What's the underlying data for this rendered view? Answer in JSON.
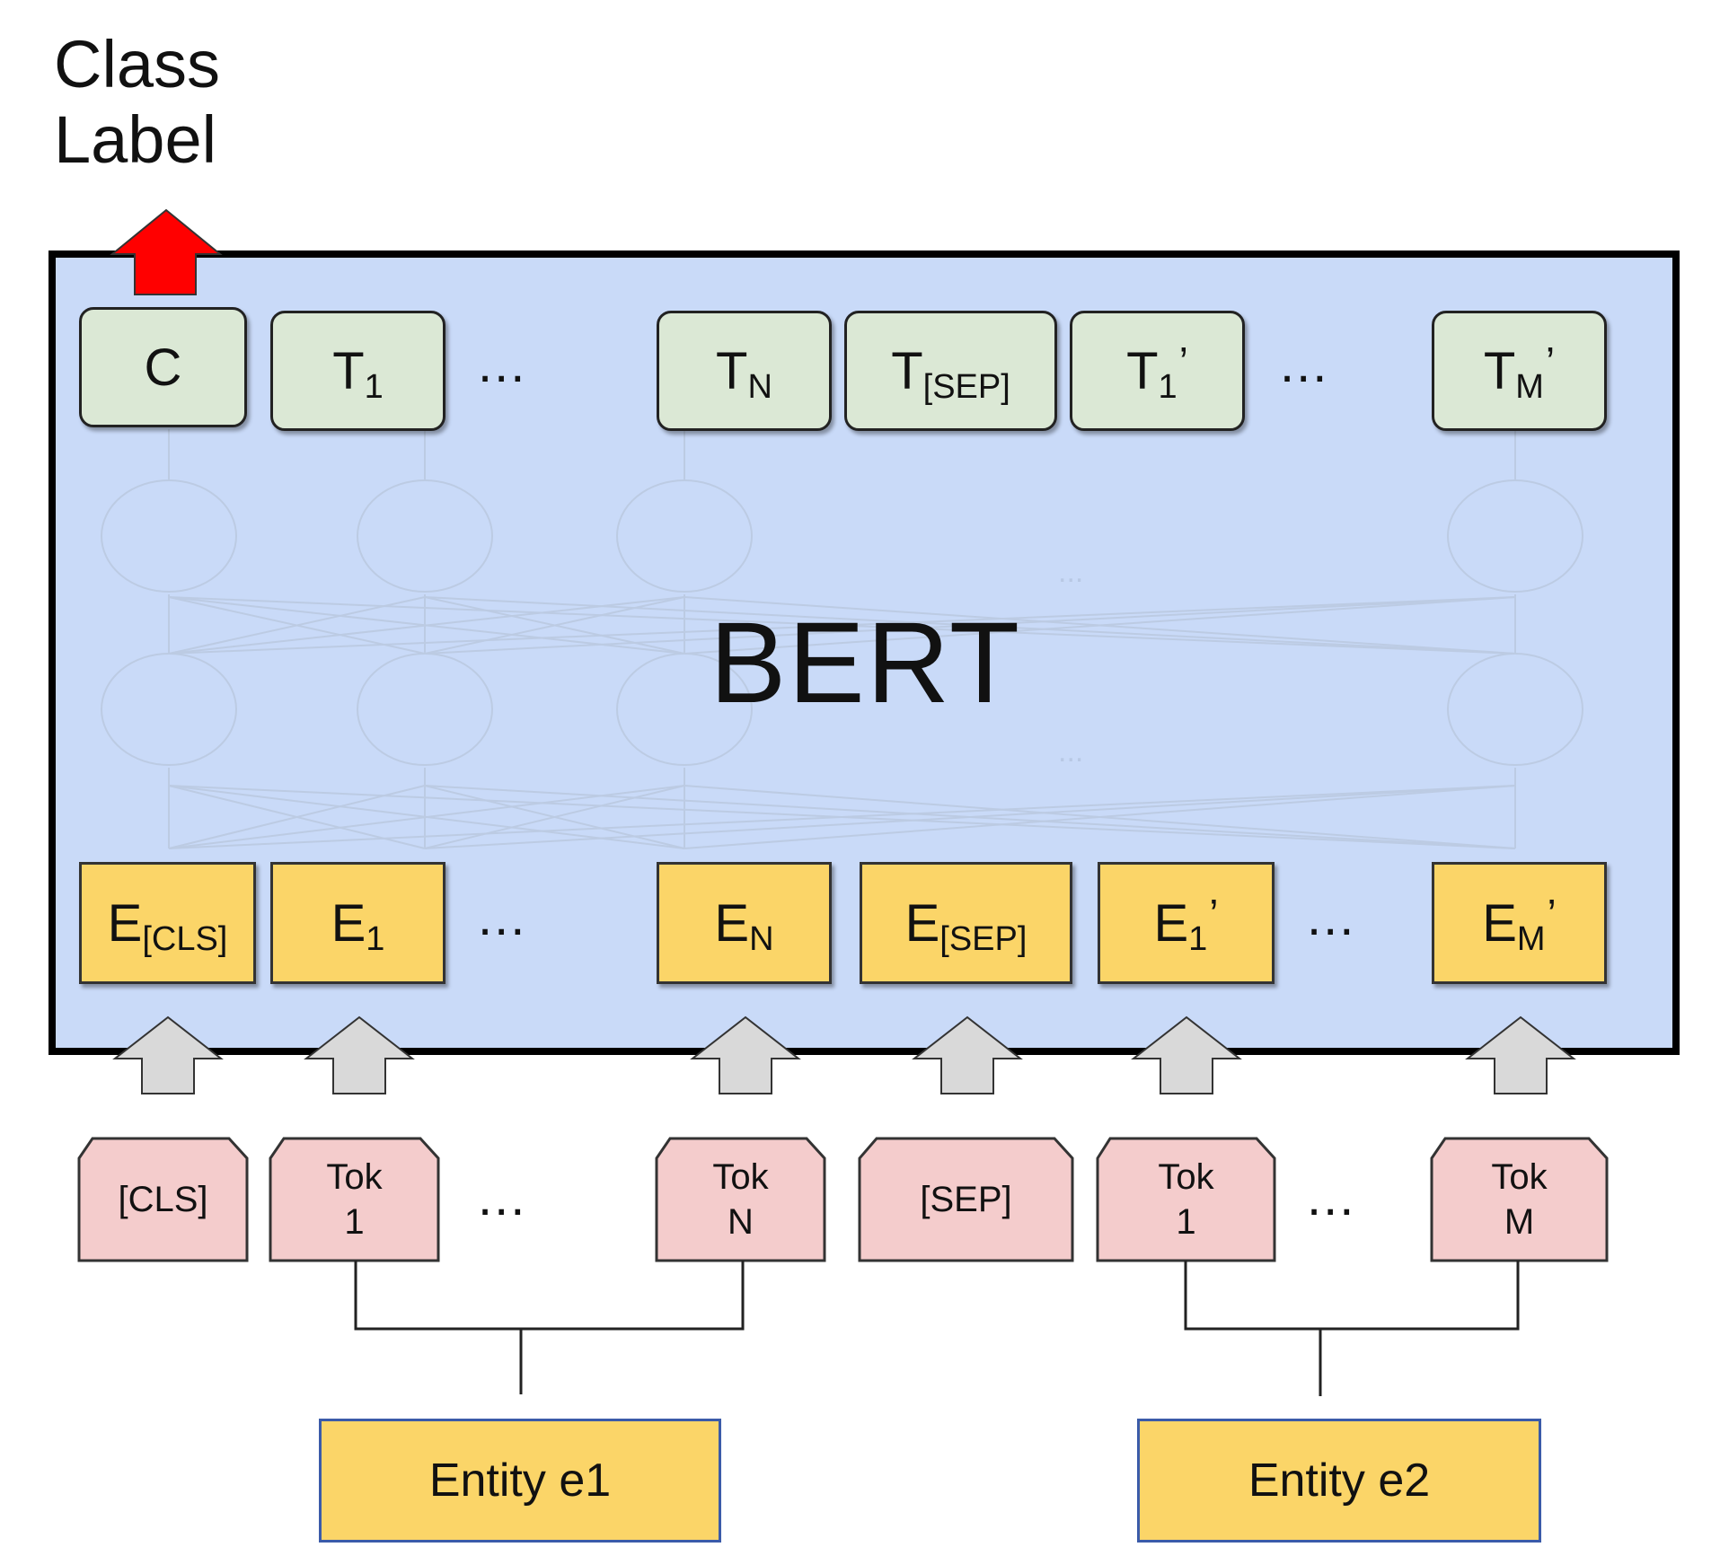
{
  "class_label": [
    "Class",
    "Label"
  ],
  "model_name": "BERT",
  "outputs": [
    {
      "main": "C",
      "sub": "",
      "sup": ""
    },
    {
      "main": "T",
      "sub": "1",
      "sup": ""
    },
    {
      "main": "T",
      "sub": "N",
      "sup": ""
    },
    {
      "main": "T",
      "sub": "[SEP]",
      "sup": ""
    },
    {
      "main": "T",
      "sub": "1",
      "sup": "’"
    },
    {
      "main": "T",
      "sub": "M",
      "sup": "’"
    }
  ],
  "embeddings": [
    {
      "main": "E",
      "sub": "[CLS]",
      "sup": ""
    },
    {
      "main": "E",
      "sub": "1",
      "sup": ""
    },
    {
      "main": "E",
      "sub": "N",
      "sup": ""
    },
    {
      "main": "E",
      "sub": "[SEP]",
      "sup": ""
    },
    {
      "main": "E",
      "sub": "1",
      "sup": "’"
    },
    {
      "main": "E",
      "sub": "M",
      "sup": "’"
    }
  ],
  "tokens": [
    {
      "line1": "[CLS]",
      "line2": ""
    },
    {
      "line1": "Tok",
      "line2": "1"
    },
    {
      "line1": "Tok",
      "line2": "N"
    },
    {
      "line1": "[SEP]",
      "line2": ""
    },
    {
      "line1": "Tok",
      "line2": "1"
    },
    {
      "line1": "Tok",
      "line2": "M"
    }
  ],
  "ellipsis": "...",
  "entities": [
    "Entity e1",
    "Entity e2"
  ],
  "colors": {
    "bert_bg": "#c9daf8",
    "output_box": "#dbe8d5",
    "embedding_box": "#fbd568",
    "token_box": "#f4cccc",
    "entity_border": "#3b5ba9",
    "class_arrow": "#ff0000",
    "input_arrow": "#d9d9d9"
  }
}
